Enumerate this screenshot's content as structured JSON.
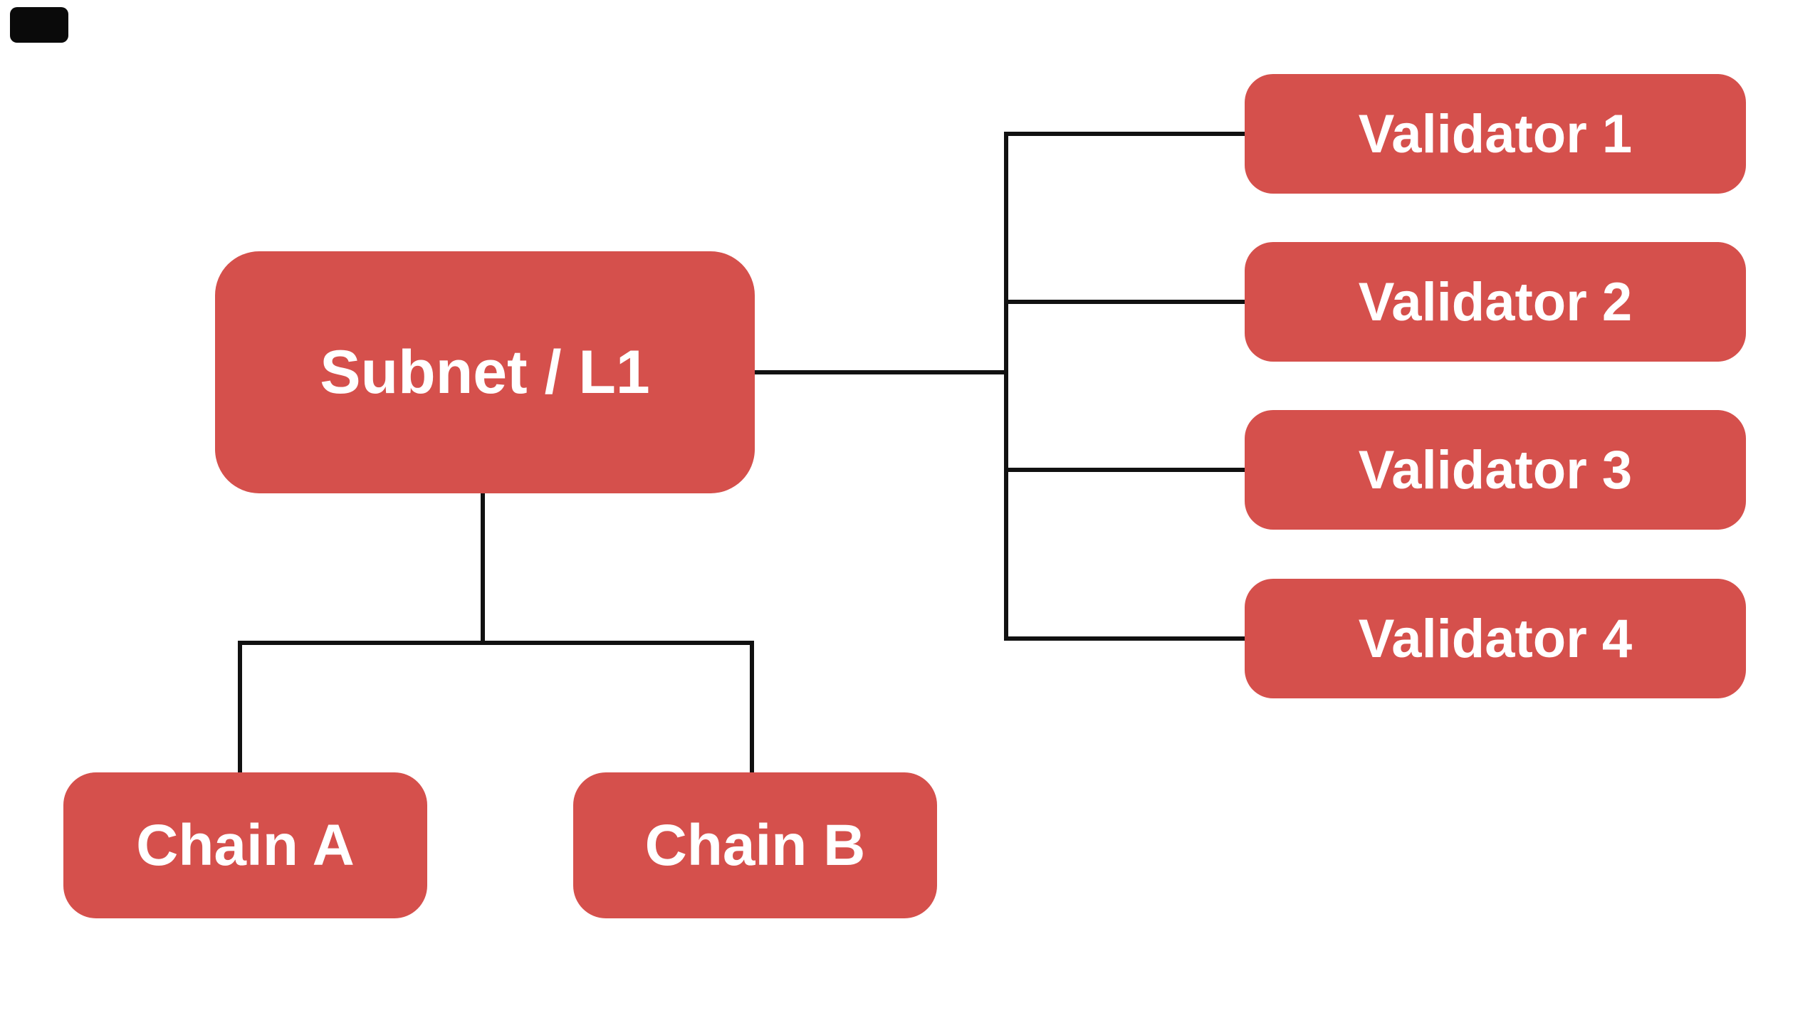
{
  "diagram": {
    "type": "tree",
    "colors": {
      "nodeFill": "#d5504c",
      "nodeText": "#ffffff",
      "edge": "#111111",
      "background": "#ffffff",
      "cornerMarker": "#0a0a0a"
    },
    "nodes": {
      "subnet": {
        "label": "Subnet / L1"
      },
      "chain_a": {
        "label": "Chain A"
      },
      "chain_b": {
        "label": "Chain B"
      }
    },
    "validators": [
      {
        "label": "Validator 1"
      },
      {
        "label": "Validator 2"
      },
      {
        "label": "Validator 3"
      },
      {
        "label": "Validator 4"
      }
    ],
    "edges": [
      {
        "from": "Subnet / L1",
        "to": "Validator 1"
      },
      {
        "from": "Subnet / L1",
        "to": "Validator 2"
      },
      {
        "from": "Subnet / L1",
        "to": "Validator 3"
      },
      {
        "from": "Subnet / L1",
        "to": "Validator 4"
      },
      {
        "from": "Subnet / L1",
        "to": "Chain A"
      },
      {
        "from": "Subnet / L1",
        "to": "Chain B"
      }
    ]
  }
}
